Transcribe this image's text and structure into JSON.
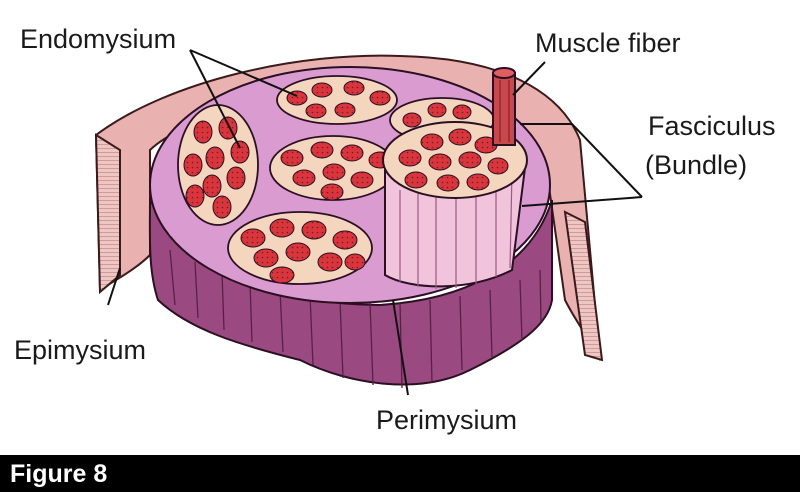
{
  "labels": {
    "endomysium": "Endomysium",
    "muscle_fiber": "Muscle fiber",
    "fasciculus": "Fasciculus",
    "bundle": "(Bundle)",
    "epimysium": "Epimysium",
    "perimysium": "Perimysium"
  },
  "caption": "Figure 8",
  "colors": {
    "epimysium_sheet": "#e9b2b0",
    "perimysium_top": "#d99bd0",
    "muscle_side": "#9a4a80",
    "fascicle_fill": "#f4d6bf",
    "fiber_red": "#d8353c",
    "bundle_column": "#f2c4dc",
    "muscle_fiber_rod": "#c8484d"
  }
}
